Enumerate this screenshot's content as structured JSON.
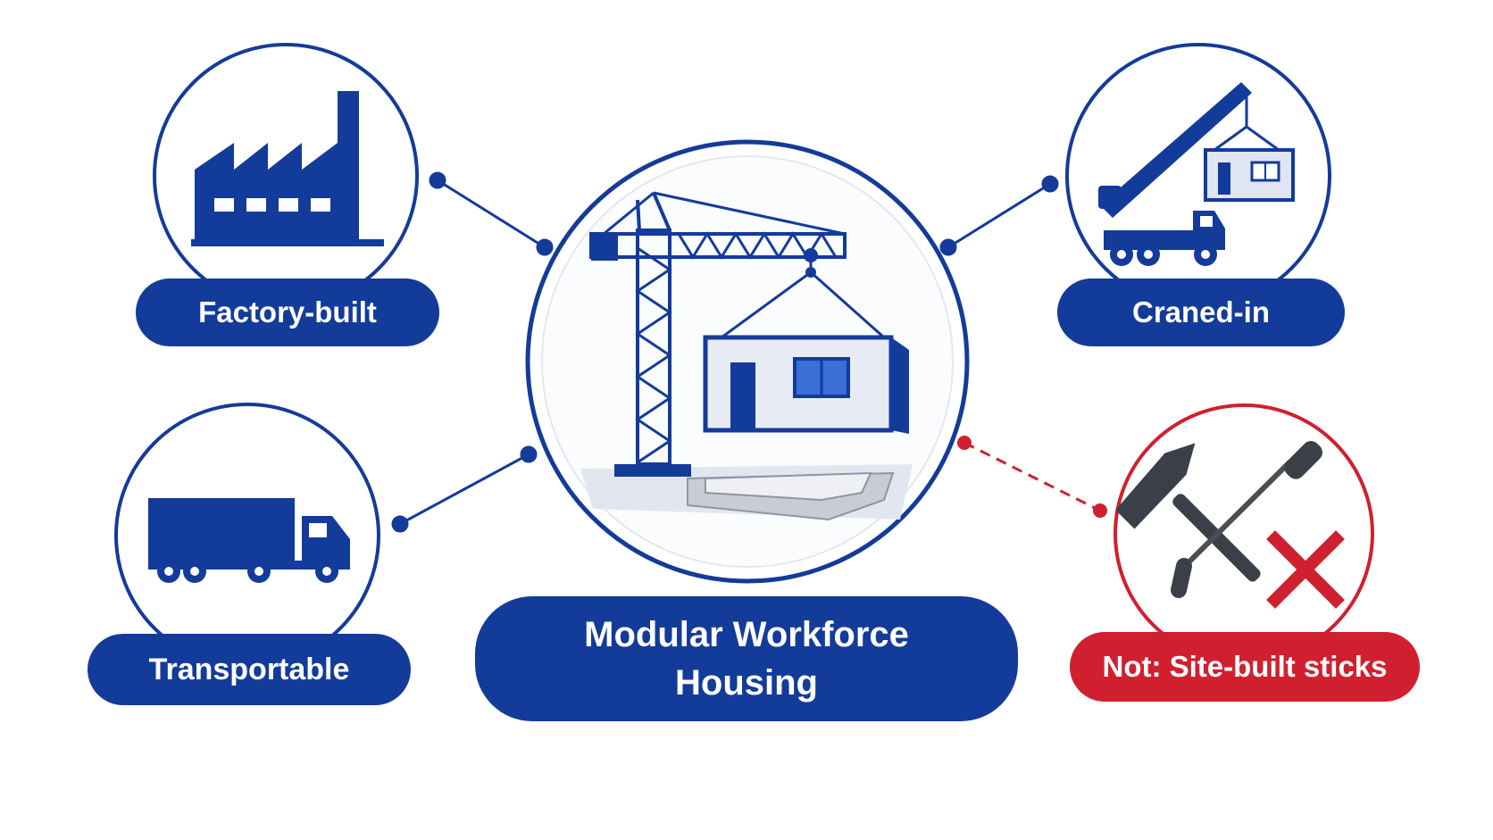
{
  "labels": {
    "factory": "Factory-built",
    "craned": "Craned-in",
    "transport": "Transportable",
    "not_site": "Not: Site-built sticks",
    "main_line1": "Modular Workforce",
    "main_line2": "Housing"
  },
  "icons": {
    "factory": "factory-icon",
    "crane_truck": "crane-truck-icon",
    "truck": "truck-icon",
    "hammer_screwdriver": "hammer-screwdriver-icon",
    "x_mark": "x-mark-icon",
    "tower_crane": "tower-crane-icon",
    "module": "modular-unit-icon",
    "foundation": "foundation-icon"
  },
  "colors": {
    "primary": "#133b9a",
    "accent_blue": "#3a6fd8",
    "negative": "#d0202f",
    "background": "#ffffff"
  }
}
